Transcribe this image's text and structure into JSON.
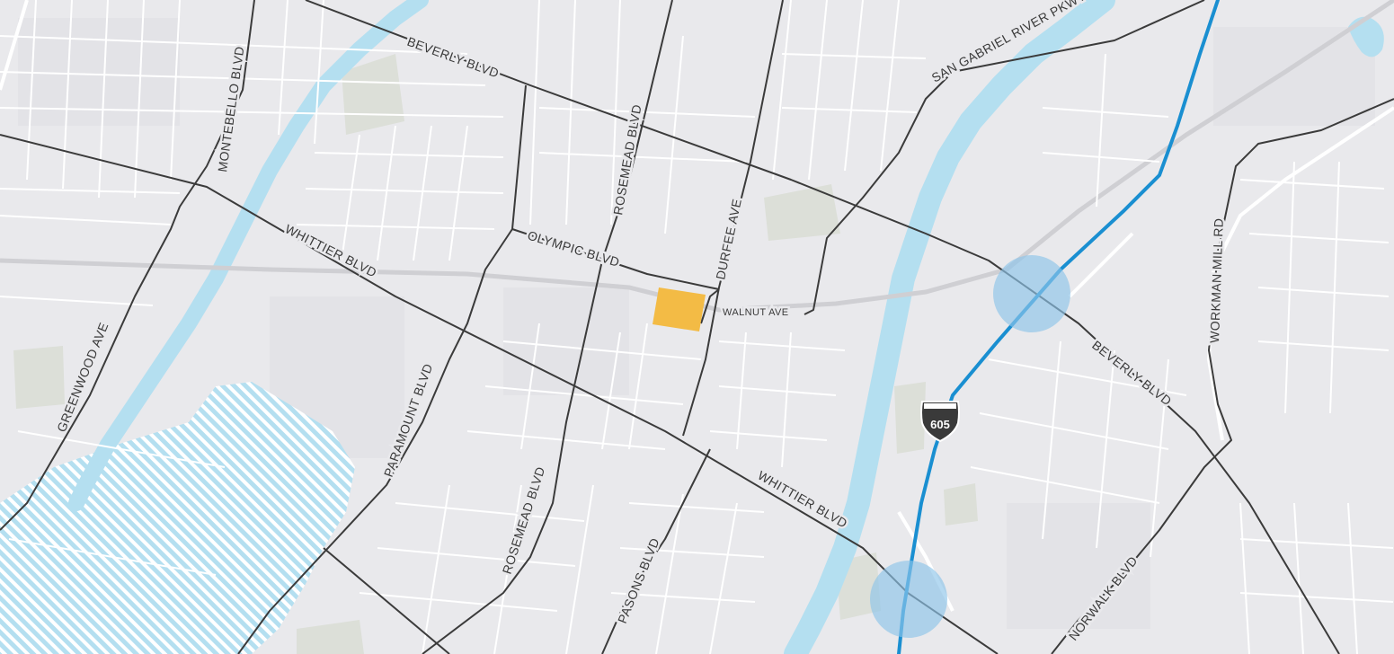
{
  "colors": {
    "land": "#e9e9ec",
    "block": "#e2e2e6",
    "minor_road": "#ffffff",
    "major_road": "#3b3b3b",
    "water": "#b4dff0",
    "water_hatch": "#ffffff",
    "park": "#dcdfd8",
    "rail": "#cfcfd3",
    "freeway": "#1a8fd1",
    "interchange": "#8ec5ea",
    "site": "#f3bb45",
    "shield": "#3a3a3a"
  },
  "site": {
    "name": "site-parcel"
  },
  "highway_shield": {
    "number": "605",
    "icon": "interstate-shield-icon"
  },
  "road_labels": {
    "beverly_top": "BEVERLY BLVD",
    "beverly_right": "BEVERLY BLVD",
    "montebello": "MONTEBELLO BLVD",
    "rosemead_top": "ROSEMEAD BLVD",
    "rosemead_bottom": "ROSEMEAD BLVD",
    "durfee": "DURFEE AVE",
    "san_gabriel": "SAN GABRIEL RIVER PKWY",
    "whittier_top": "WHITTIER BLVD",
    "whittier_bottom": "WHITTIER BLVD",
    "olympic": "OLYMPIC BLVD",
    "walnut": "WALNUT AVE",
    "greenwood": "GREENWOOD AVE",
    "paramount": "PARAMOUNT BLVD",
    "pasons": "PASONS BLVD",
    "workman": "WORKMAN MILL RD",
    "norwalk": "NORWALK BLVD"
  }
}
